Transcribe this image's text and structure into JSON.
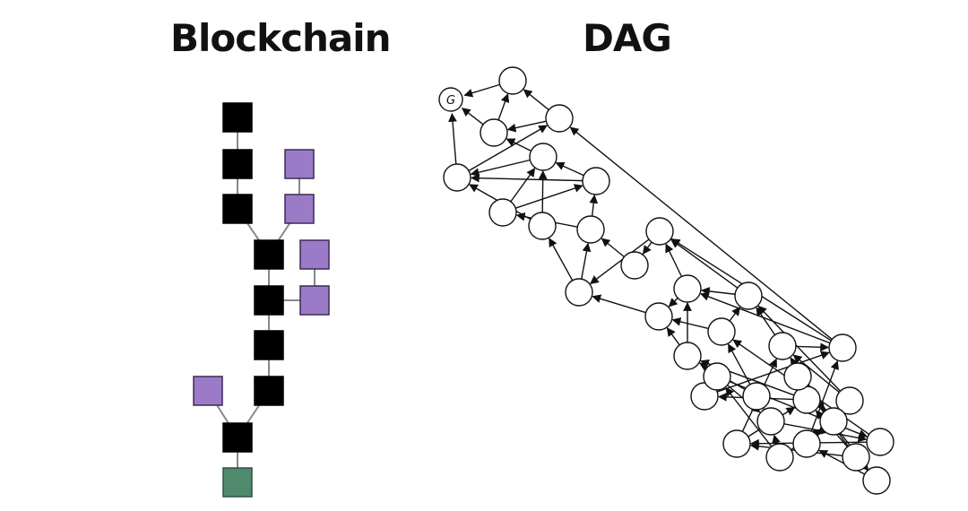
{
  "titles": {
    "blockchain": "Blockchain",
    "dag": "DAG"
  },
  "blockchain": {
    "colors": {
      "main": "#000000",
      "orphan": "#9b7bc8",
      "latest": "#4f8a6f",
      "link": "#888888"
    },
    "blocks": [
      {
        "id": "m1",
        "kind": "main"
      },
      {
        "id": "m2",
        "kind": "main"
      },
      {
        "id": "m3",
        "kind": "main"
      },
      {
        "id": "m4",
        "kind": "main"
      },
      {
        "id": "m5",
        "kind": "main"
      },
      {
        "id": "m6",
        "kind": "main"
      },
      {
        "id": "m7",
        "kind": "main"
      },
      {
        "id": "m8",
        "kind": "main"
      },
      {
        "id": "latest",
        "kind": "latest"
      },
      {
        "id": "o1",
        "kind": "orphan"
      },
      {
        "id": "o2",
        "kind": "orphan"
      },
      {
        "id": "o3",
        "kind": "orphan"
      },
      {
        "id": "o4",
        "kind": "orphan"
      },
      {
        "id": "o5",
        "kind": "orphan"
      }
    ],
    "links": [
      [
        "m1",
        "m2"
      ],
      [
        "m2",
        "m3"
      ],
      [
        "m3",
        "m4"
      ],
      [
        "o2",
        "m4"
      ],
      [
        "o1",
        "o2"
      ],
      [
        "m4",
        "m5"
      ],
      [
        "m5",
        "o4"
      ],
      [
        "o3",
        "o4"
      ],
      [
        "m5",
        "m6"
      ],
      [
        "m6",
        "m7"
      ],
      [
        "m7",
        "m8"
      ],
      [
        "o5",
        "m8"
      ],
      [
        "m8",
        "latest"
      ]
    ]
  },
  "dag": {
    "genesis_label": "G",
    "node_ids": [
      "G",
      "n1",
      "n2",
      "n3",
      "n4",
      "n5",
      "n6",
      "n7",
      "n8",
      "n9",
      "n10",
      "n11",
      "n12",
      "n13",
      "n14",
      "n15",
      "n16",
      "n17",
      "n18",
      "n19",
      "n20",
      "n21",
      "n22",
      "n23",
      "n24",
      "n25",
      "n26",
      "n27",
      "n28",
      "n29",
      "n30",
      "n31",
      "n32",
      "n33"
    ],
    "edges": [
      [
        "n1",
        "G"
      ],
      [
        "n2",
        "G"
      ],
      [
        "n3",
        "G"
      ],
      [
        "n2",
        "n1"
      ],
      [
        "n4",
        "n1"
      ],
      [
        "n4",
        "n2"
      ],
      [
        "n5",
        "n2"
      ],
      [
        "n5",
        "n3"
      ],
      [
        "n3",
        "n4"
      ],
      [
        "n6",
        "n3"
      ],
      [
        "n6",
        "n5"
      ],
      [
        "n8",
        "n5"
      ],
      [
        "n7",
        "n5"
      ],
      [
        "n7",
        "n6"
      ],
      [
        "n16",
        "n4"
      ],
      [
        "n8",
        "n3"
      ],
      [
        "n9",
        "n6"
      ],
      [
        "n9",
        "n7"
      ],
      [
        "n11",
        "n8"
      ],
      [
        "n11",
        "n9"
      ],
      [
        "n10",
        "n9"
      ],
      [
        "n12",
        "n10"
      ],
      [
        "n12",
        "n11"
      ],
      [
        "n13",
        "n11"
      ],
      [
        "n14",
        "n12"
      ],
      [
        "n14",
        "n13"
      ],
      [
        "n15",
        "n12"
      ],
      [
        "n15",
        "n14"
      ],
      [
        "n16",
        "n12"
      ],
      [
        "n16",
        "n14"
      ],
      [
        "n17",
        "n13"
      ],
      [
        "n17",
        "n14"
      ],
      [
        "n18",
        "n15"
      ],
      [
        "n18",
        "n13"
      ],
      [
        "n19",
        "n15"
      ],
      [
        "n19",
        "n16"
      ],
      [
        "n20",
        "n16"
      ],
      [
        "n21",
        "n17"
      ],
      [
        "n21",
        "n18"
      ],
      [
        "n22",
        "n20"
      ],
      [
        "n22",
        "n17"
      ],
      [
        "n23",
        "n19"
      ],
      [
        "n23",
        "n15"
      ],
      [
        "n24",
        "n22"
      ],
      [
        "n24",
        "n19"
      ],
      [
        "n25",
        "n23"
      ],
      [
        "n25",
        "n16"
      ],
      [
        "n26",
        "n24"
      ],
      [
        "n26",
        "n18"
      ],
      [
        "n27",
        "n25"
      ],
      [
        "n27",
        "n22"
      ],
      [
        "n28",
        "n25"
      ],
      [
        "n28",
        "n19"
      ],
      [
        "n29",
        "n26"
      ],
      [
        "n29",
        "n21"
      ],
      [
        "n30",
        "n27"
      ],
      [
        "n30",
        "n28"
      ],
      [
        "n31",
        "n29"
      ],
      [
        "n31",
        "n26"
      ],
      [
        "n32",
        "n30"
      ],
      [
        "n32",
        "n27"
      ],
      [
        "n33",
        "n31"
      ],
      [
        "n33",
        "n29"
      ],
      [
        "n32",
        "n24"
      ],
      [
        "n33",
        "n28"
      ]
    ]
  }
}
